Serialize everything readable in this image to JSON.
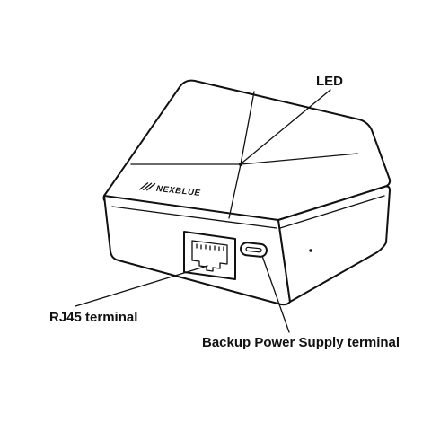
{
  "callouts": {
    "led": "LED",
    "rj45": "RJ45 terminal",
    "backup_power": "Backup Power Supply terminal"
  },
  "brand": {
    "name": "NEXBLUE"
  },
  "colors": {
    "line": "#111111",
    "background": "#ffffff"
  }
}
